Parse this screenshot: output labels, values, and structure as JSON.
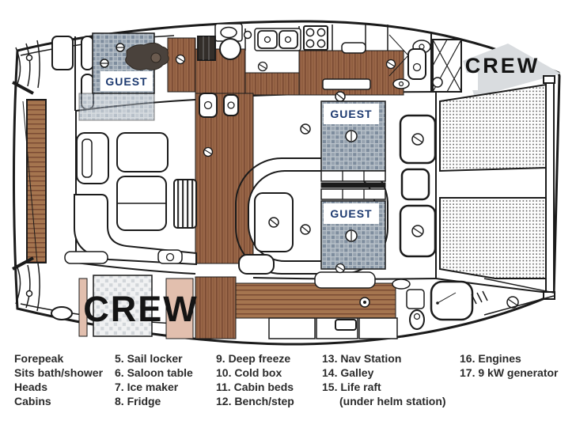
{
  "plan": {
    "labels": {
      "crew_bow": "CREW",
      "crew_stern": "CREW",
      "guest_forward": "GUEST",
      "guest_mid_fore": "GUEST",
      "guest_mid_aft": "GUEST"
    },
    "colors": {
      "outline": "#1b1b1b",
      "wood": "#9a6749",
      "wood_stripe": "#7a4b33",
      "guest_bed_checker": "#7e8d9e",
      "guest_bed_checker_bg": "#b9c2ca",
      "crew_bed_checker": "#d2d6da",
      "pink_bed": "#e2bfae",
      "foredeck_gray": "#d9dcdf",
      "guest_label_text": "#1d3a70",
      "crew_label_text": "#141414"
    }
  },
  "legend": {
    "columns": [
      {
        "items": [
          "Forepeak",
          "Sits bath/shower",
          "Heads",
          "Cabins"
        ]
      },
      {
        "items": [
          "5. Sail locker",
          "6. Saloon table",
          "7. Ice maker",
          "8. Fridge"
        ]
      },
      {
        "items": [
          "9. Deep freeze",
          "10. Cold box",
          "11. Cabin beds",
          "12. Bench/step"
        ]
      },
      {
        "items": [
          "13. Nav Station",
          "14. Galley",
          "15. Life raft",
          "(under helm station)"
        ]
      },
      {
        "items": [
          "16. Engines",
          "17. 9 kW generator"
        ]
      }
    ]
  }
}
